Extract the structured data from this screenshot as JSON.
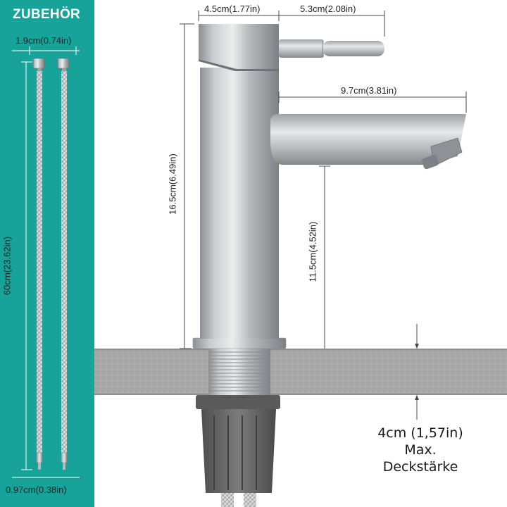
{
  "accessories": {
    "title": "ZUBEHÖR",
    "nut_width": "1.9cm(0.74in)",
    "hose_length": "60cm(23.62in)",
    "tip_width": "0.97cm(0.38in)"
  },
  "dimensions": {
    "body_width": "4.5cm(1.77in)",
    "handle_length": "5.3cm(2.08in)",
    "spout_reach": "9.7cm(3.81in)",
    "total_height": "16.5cm(6.49in)",
    "spout_height": "11.5cm(4.52in)"
  },
  "deck_note": {
    "line1": "4cm (1,57in) Max.",
    "line2": "Deckstärke"
  },
  "colors": {
    "sidebar": "#17a39a",
    "steel": "#c4c6c8",
    "counter": "#a9a9a9",
    "nut": "#6a6a6a"
  }
}
